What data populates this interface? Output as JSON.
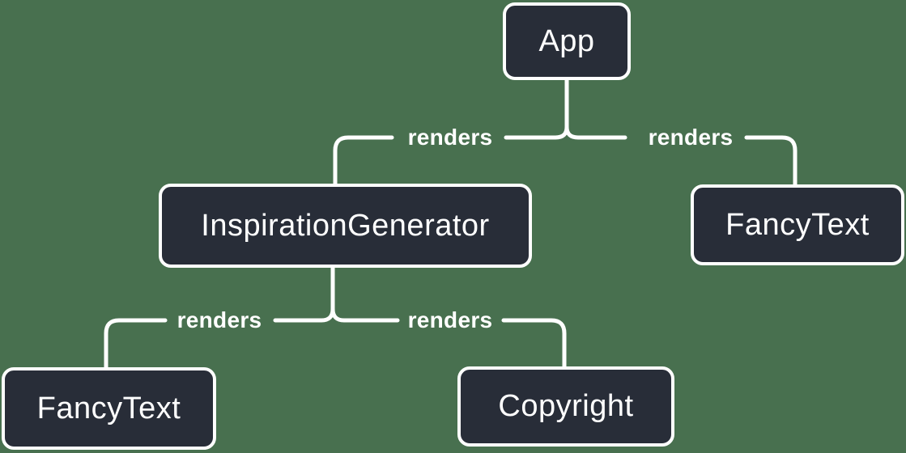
{
  "colors": {
    "background": "#48704f",
    "node_fill": "#282d38",
    "node_border": "#ffffff",
    "line": "#ffffff",
    "text": "#ffffff"
  },
  "nodes": {
    "app": {
      "label": "App"
    },
    "inspiration_generator": {
      "label": "InspirationGenerator"
    },
    "fancy_text_top": {
      "label": "FancyText"
    },
    "fancy_text_bottom": {
      "label": "FancyText"
    },
    "copyright": {
      "label": "Copyright"
    }
  },
  "edges": [
    {
      "from": "App",
      "to": "InspirationGenerator",
      "label": "renders"
    },
    {
      "from": "App",
      "to": "FancyText",
      "label": "renders"
    },
    {
      "from": "InspirationGenerator",
      "to": "FancyText",
      "label": "renders"
    },
    {
      "from": "InspirationGenerator",
      "to": "Copyright",
      "label": "renders"
    }
  ]
}
